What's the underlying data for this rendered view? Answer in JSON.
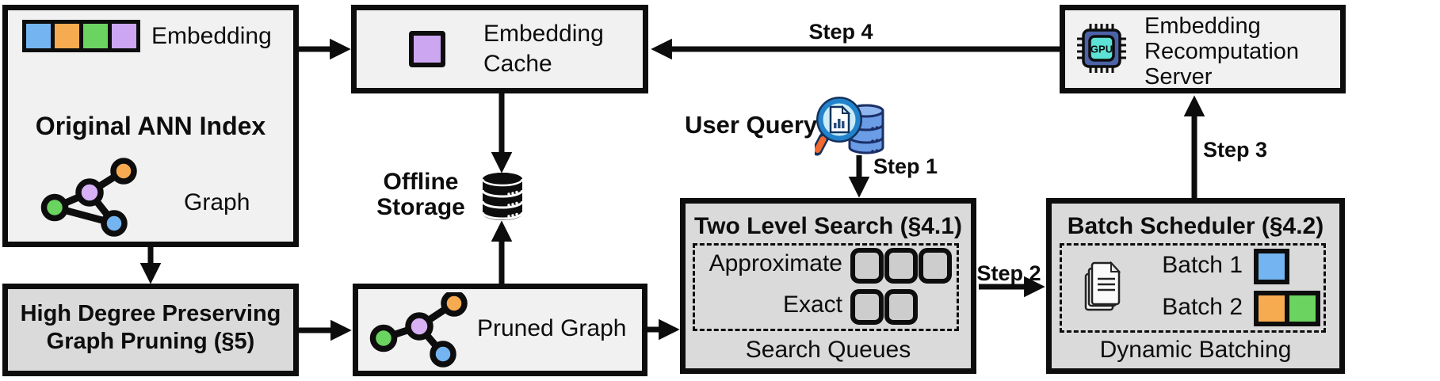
{
  "figure": {
    "ann_index": {
      "embedding_label": "Embedding",
      "title": "Original ANN Index",
      "graph_label": "Graph"
    },
    "embedding_cache": {
      "label": "Embedding Cache"
    },
    "offline_storage": {
      "label": "Offline Storage"
    },
    "user_query": {
      "label": "User Query"
    },
    "high_degree_pruning": {
      "label": "High Degree Preserving Graph Pruning (§5)"
    },
    "pruned_graph": {
      "label": "Pruned Graph"
    },
    "two_level_search": {
      "title": "Two Level Search (§4.1)",
      "approximate_label": "Approximate",
      "exact_label": "Exact",
      "footer": "Search Queues"
    },
    "batch_scheduler": {
      "title": "Batch Scheduler (§4.2)",
      "batch1_label": "Batch 1",
      "batch2_label": "Batch 2",
      "footer": "Dynamic Batching"
    },
    "recomputation_server": {
      "label": "Embedding Recomputation Server",
      "gpu_label": "GPU"
    },
    "steps": {
      "step1": "Step 1",
      "step2": "Step 2",
      "step3": "Step 3",
      "step4": "Step 4"
    },
    "colors": {
      "blue": "#74b4f0",
      "orange": "#f7ab50",
      "green": "#6bd35f",
      "purple": "#cda6f1",
      "graph_purple_node": "#d7b0f5",
      "box_light": "#f1f1f1",
      "box_gray": "#dadada",
      "queue_slot_gray": "#cdcdcd",
      "gpu_body_blue": "#4d63a8",
      "gpu_core_teal": "#5ce3d6",
      "magnifier_handle_orange": "#f4692f",
      "query_db_blue": "#6b9ce6",
      "outline_black": "#0d0d0d"
    }
  }
}
